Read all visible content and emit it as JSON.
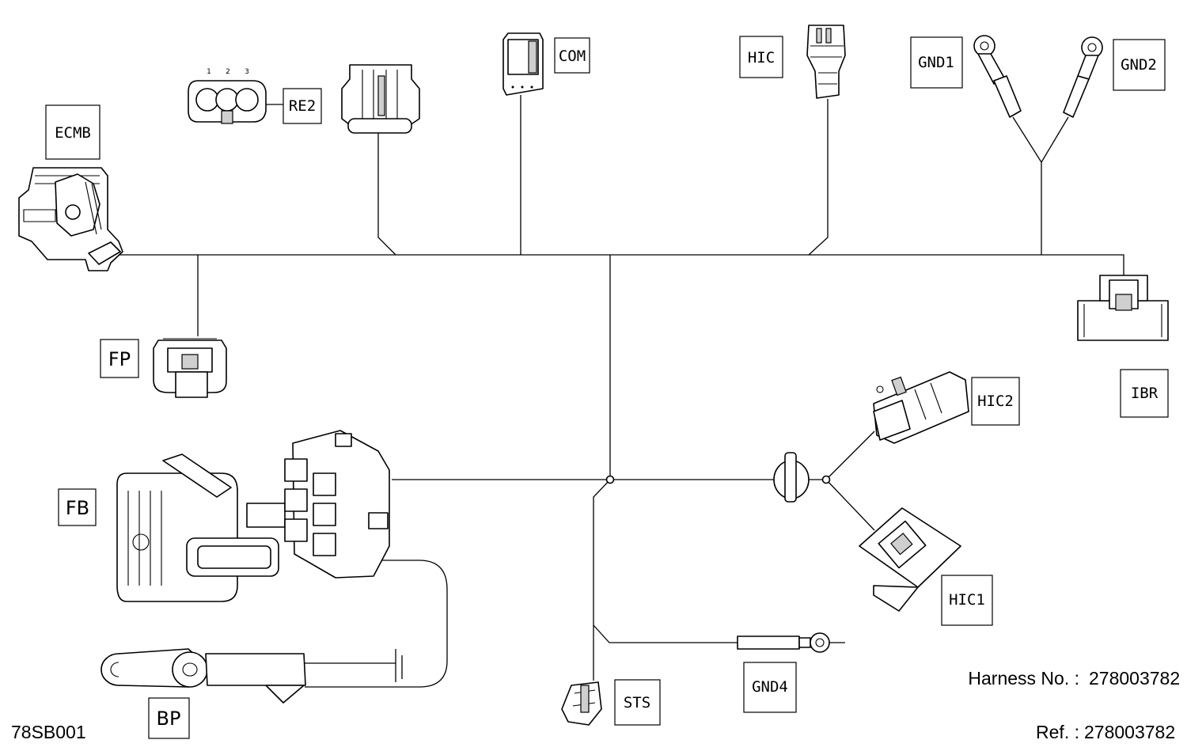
{
  "labels": {
    "ecmb": "ECMB",
    "re2": "RE2",
    "com": "COM",
    "hic": "HIC",
    "gnd1": "GND1",
    "gnd2": "GND2",
    "fp": "FP",
    "ibr": "IBR",
    "hic2": "HIC2",
    "fb": "FB",
    "hic1": "HIC1",
    "gnd4": "GND4",
    "sts": "STS",
    "bp": "BP"
  },
  "re2_pins": [
    "1",
    "2",
    "3"
  ],
  "footer": {
    "figure_code": "78SB001",
    "harness_label": "Harness No. :",
    "harness_no": "278003782",
    "ref_label": "Ref. :",
    "ref_no": "278003782"
  }
}
